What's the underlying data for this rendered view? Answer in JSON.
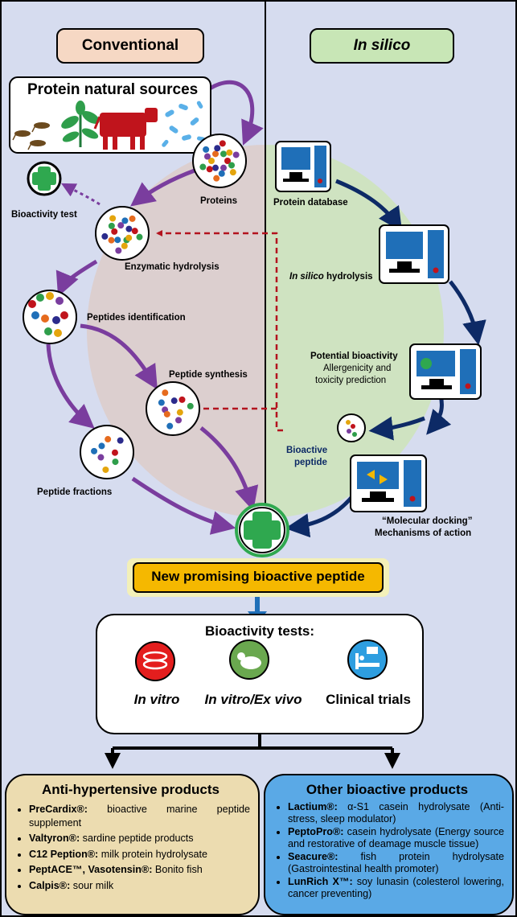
{
  "colors": {
    "background": "#d6dcef",
    "conventional_area": "#dccfcf",
    "insilico_area": "#cfe3c1",
    "conventional_label_bg": "#f6d8c4",
    "insilico_label_bg": "#c8e6b6",
    "purple_arrow": "#7a3d9e",
    "navy_arrow": "#0d2a66",
    "dashed_red": "#b3121e",
    "plus_green": "#2fa84f",
    "new_peptide_bg": "#f5b800",
    "antihypertensive_bg": "#ecdcb0",
    "other_bg": "#5aa9e6"
  },
  "headers": {
    "conventional": "Conventional",
    "in_silico": "In silico"
  },
  "sources": {
    "title": "Protein natural sources",
    "icons": [
      "insect-icon",
      "plant-icon",
      "cow-icon",
      "microorganism-icon"
    ]
  },
  "conventional_steps": {
    "proteins": "Proteins",
    "bioactivity_test": "Bioactivity test",
    "enzymatic_hydrolysis": "Enzymatic hydrolysis",
    "peptides_identification": "Peptides identification",
    "peptide_synthesis": "Peptide synthesis",
    "peptide_fractions": "Peptide fractions"
  },
  "insilico_steps": {
    "protein_database": "Protein database",
    "hydrolysis_italic": "In silico",
    "hydrolysis_rest": " hydrolysis",
    "potential_bioactivity": "Potential bioactivity",
    "allergenicity": "Allergenicity and",
    "toxicity": "toxicity prediction",
    "bioactive_peptide_1": "Bioactive",
    "bioactive_peptide_2": "peptide",
    "docking": "“Molecular docking”",
    "mechanisms": "Mechanisms of action"
  },
  "new_peptide": "New promising bioactive peptide",
  "bioactivity_tests": {
    "title": "Bioactivity tests:",
    "in_vitro": "In vitro",
    "ex_vivo": "In vitro/Ex vivo",
    "clinical": "Clinical trials"
  },
  "antihypertensive": {
    "title": "Anti-hypertensive products",
    "items": [
      {
        "name": "PreCardix®:",
        "desc": " bioactive marine peptide supplement"
      },
      {
        "name": "Valtyron®:",
        "desc": " sardine peptide products"
      },
      {
        "name": "C12 Peption®:",
        "desc": " milk protein hydrolysate"
      },
      {
        "name": "PeptACE™, Vasotensin®:",
        "desc": " Bonito fish"
      },
      {
        "name": "Calpis®:",
        "desc": " sour milk"
      }
    ]
  },
  "other_products": {
    "title": "Other bioactive products",
    "items": [
      {
        "name": "Lactium®:",
        "desc": " α-S1 casein hydrolysate (Anti-stress, sleep modulator)"
      },
      {
        "name": "PeptoPro®:",
        "desc": " casein hydrolysate (Energy source and restorative of deamage muscle tissue)"
      },
      {
        "name": "Seacure®:",
        "desc": " fish protein hydrolysate (Gastrointestinal health promoter)"
      },
      {
        "name": "LunRich X™:",
        "desc": " soy lunasin (colesterol lowering, cancer preventing)"
      }
    ]
  }
}
